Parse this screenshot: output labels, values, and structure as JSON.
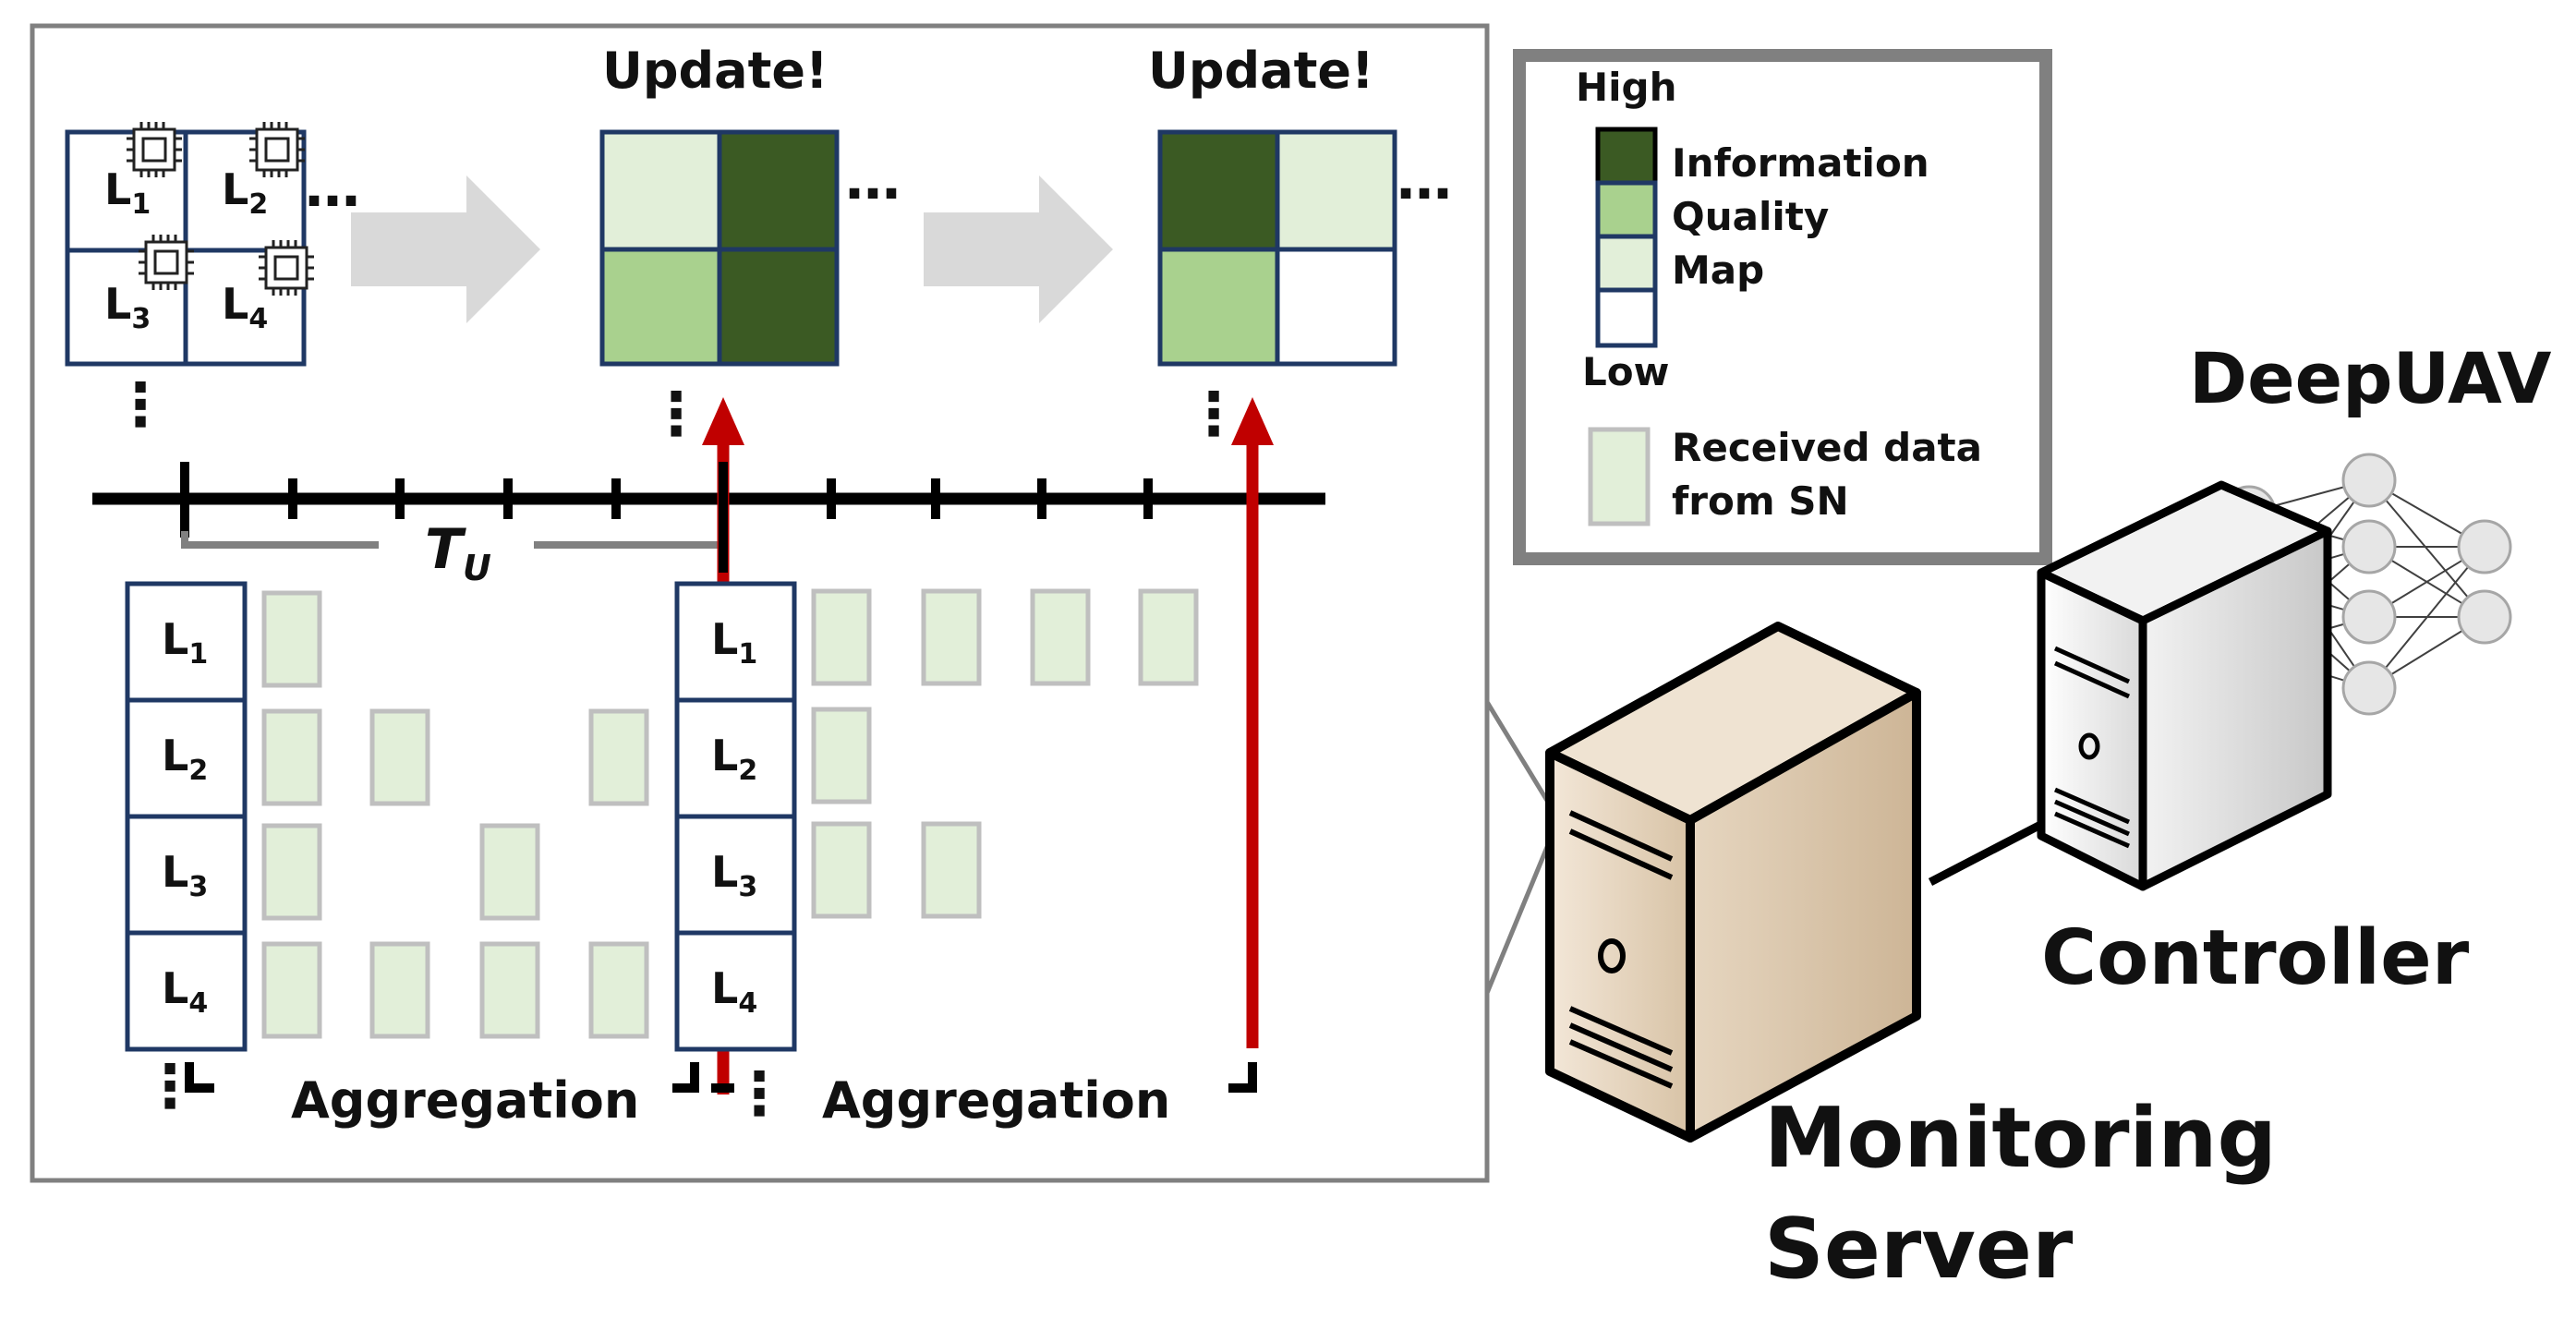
{
  "timeline": {
    "update_label_1": "Update!",
    "update_label_2": "Update!",
    "period_main": "T",
    "period_sub": "U",
    "aggregation_label_1": "Aggregation",
    "aggregation_label_2": "Aggregation",
    "ellipsis": "…",
    "vellipsis": "⋮"
  },
  "grid_cells": {
    "L1": "L",
    "L1_sub": "1",
    "L2": "L",
    "L2_sub": "2",
    "L3": "L",
    "L3_sub": "3",
    "L4": "L",
    "L4_sub": "4"
  },
  "legend": {
    "high": "High",
    "low": "Low",
    "line1": "Information",
    "line2": "Quality",
    "line3": "Map",
    "received_line1": "Received data",
    "received_line2": "from SN"
  },
  "components": {
    "deepuav": "DeepUAV",
    "controller": "Controller",
    "monitoring_line1": "Monitoring",
    "monitoring_line2": "Server"
  },
  "colors": {
    "dark_green": "#3b5a23",
    "mid_green": "#a9d18e",
    "light_green": "#e2efd9",
    "navy_border": "#1f3864",
    "red_arrow": "#c00000",
    "gray_arrow": "#d9d9d9",
    "panel_border": "#7f7f7f"
  }
}
